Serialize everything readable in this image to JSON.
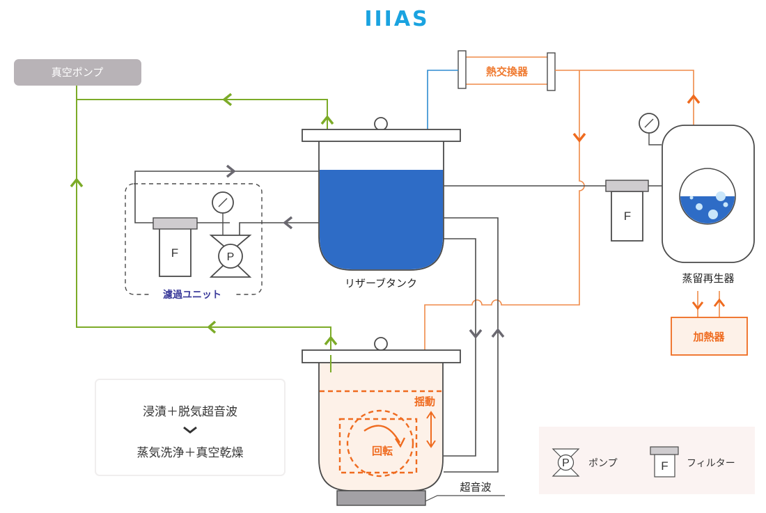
{
  "title": "IIIAS",
  "colors": {
    "title": "#1aa3e0",
    "vacuum_line": "#7cab28",
    "steam_line": "#ef8a48",
    "accent_orange": "#ef6b1f",
    "cold_line": "#2f8bd0",
    "liquid": "#2e6cc6",
    "pipe": "#4a4a4a",
    "vacuum_pump_box": "#b8b3b7",
    "filter_unit_label": "#3a3a9a"
  },
  "components": {
    "vacuum_pump": "真空ポンプ",
    "heat_exchanger": "熱交換器",
    "filter_unit": "濾過ユニット",
    "reserve_tank": "リザーブタンク",
    "distillation_regenerator": "蒸留再生器",
    "heater": "加熱器",
    "ultrasonic": "超音波",
    "rotation": "回転",
    "oscillation": "揺動",
    "filter_symbol": "F",
    "pump_symbol": "P"
  },
  "process_steps": {
    "step1": "浸漬＋脱気超音波",
    "step2": "蒸気洗浄＋真空乾燥"
  },
  "legend": {
    "pump": {
      "symbol": "P",
      "label": "ポンプ"
    },
    "filter": {
      "symbol": "F",
      "label": "フィルター"
    }
  }
}
